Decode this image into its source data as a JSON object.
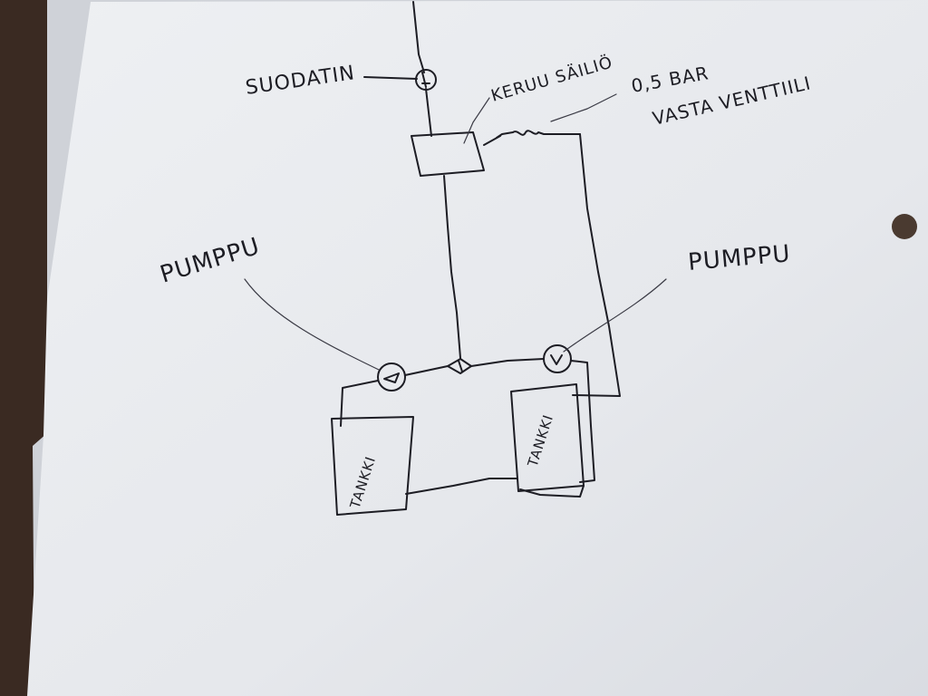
{
  "labels": {
    "suodatin": "SUODATIN",
    "keruusailio": "KERUU SÄILIÖ",
    "valve_line1": "0,5 BAR",
    "valve_line2": "VASTA VENTTIILI",
    "pump_left": "PUMPPU",
    "pump_right": "PUMPPU",
    "tank_left": "TANKKI",
    "tank_right": "TANKKI"
  },
  "colors": {
    "paper": "#e9ebee",
    "ink": "#1d1d24",
    "background": "#3a2a22"
  }
}
